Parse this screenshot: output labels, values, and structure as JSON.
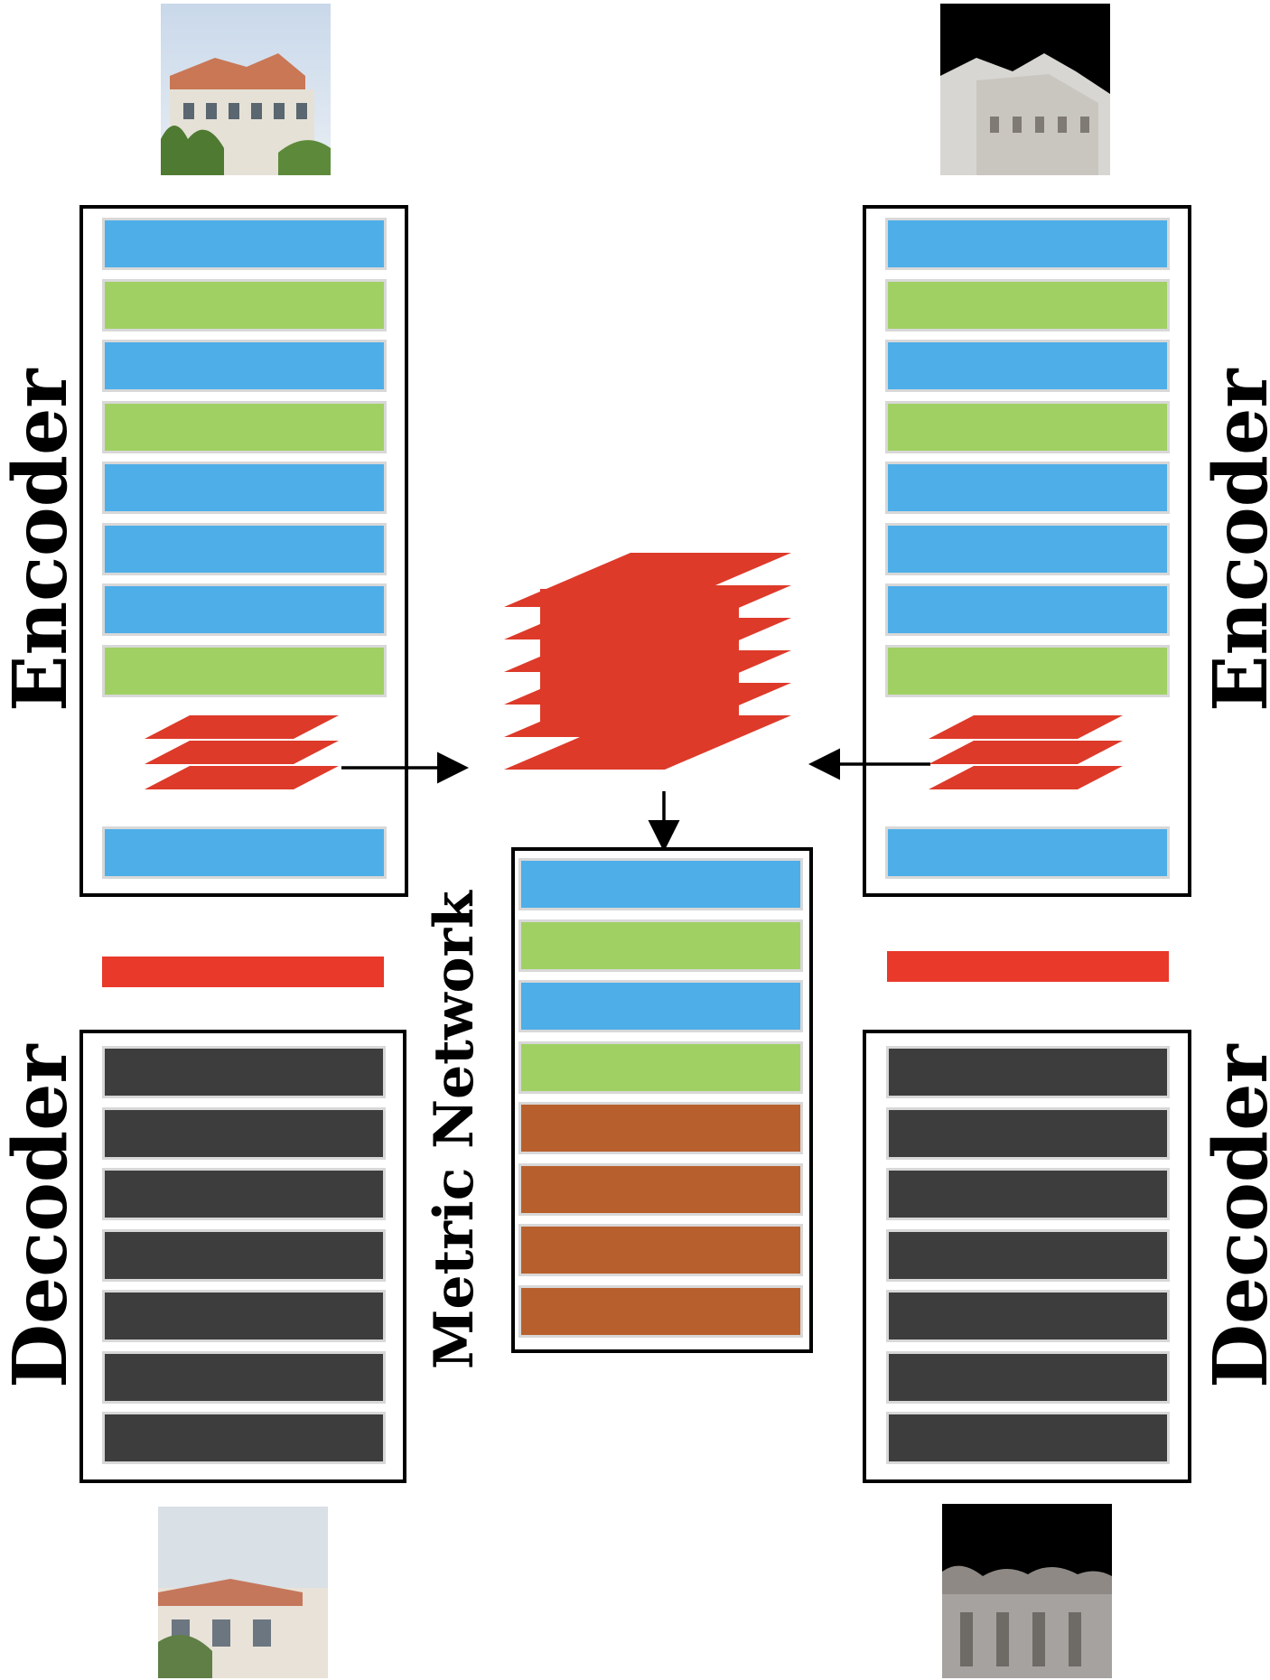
{
  "labels": {
    "encoder_left": "Encoder",
    "decoder_left": "Decoder",
    "encoder_right": "Encoder",
    "decoder_right": "Decoder",
    "metric": "Metric Network"
  },
  "colors": {
    "blue": "#4EAEE8",
    "green": "#A0D063",
    "red": "#E8392A",
    "dark": "#3D3D3D",
    "brown": "#B8602D",
    "stack_red": "#DD3A2A"
  },
  "encoder_layers": [
    "blue",
    "green",
    "blue",
    "green",
    "blue",
    "blue",
    "blue",
    "green"
  ],
  "metric_layers": [
    "blue",
    "green",
    "blue",
    "green",
    "brown",
    "brown",
    "brown",
    "brown"
  ]
}
